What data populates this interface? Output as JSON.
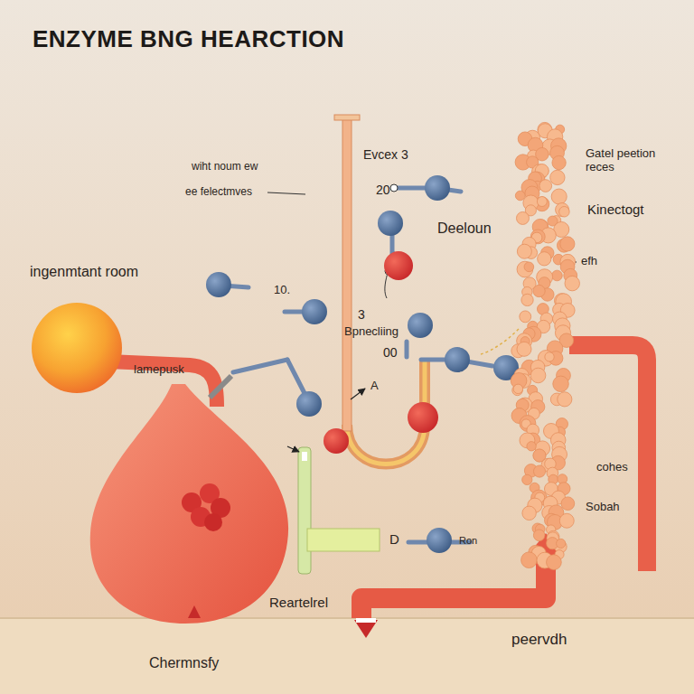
{
  "diagram": {
    "title": "ENZYME BNG HEARCTION",
    "labels": [
      "wiht noum ew",
      "ee felectmves",
      "Evcex 3",
      "20",
      "Deeloun",
      "ingenmtant room",
      "10.",
      "lamepusk",
      "3",
      "Bpnecliing",
      "00",
      "A",
      "Gatel peetion reces",
      "Kinectogt",
      "efh",
      "cohes",
      "Sobah",
      "D",
      "Ron",
      "Reartelrel",
      "Chermnsfy",
      "peervdh"
    ]
  }
}
